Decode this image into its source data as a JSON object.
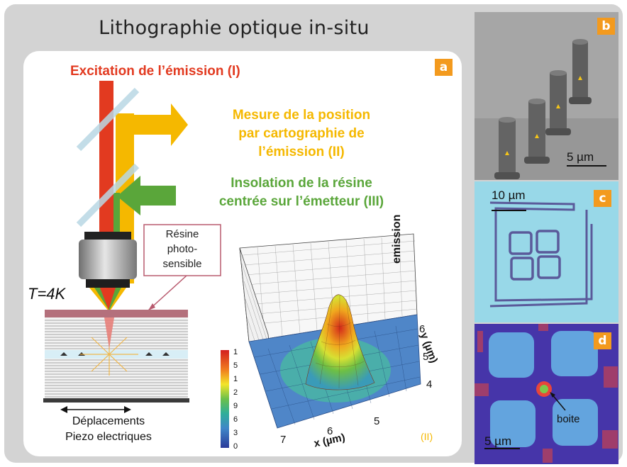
{
  "title": "Lithographie optique in-situ",
  "panel_a": {
    "badge": "a",
    "excitation": "Excitation de l’émission (I)",
    "mesure": [
      "Mesure de la position",
      "par cartographie de",
      "l’émission (II)"
    ],
    "insolation": [
      "Insolation de la résine",
      "centrée sur l’émetteur (III)"
    ],
    "resine": [
      "Résine",
      "photo-",
      "sensible"
    ],
    "temperature": "T=4K",
    "deplacements": [
      "Déplacements",
      "Piezo electriques"
    ],
    "colorbar_ticks": [
      "1",
      "5",
      "1",
      "2",
      "9",
      "6",
      "3",
      "0"
    ],
    "z_label": "emission",
    "y_label": "y (µm)",
    "x_label": "x (µm)",
    "y_ticks": [
      "6",
      "5",
      "4"
    ],
    "x_ticks": [
      "7",
      "6",
      "5"
    ],
    "tag": "(II)",
    "colors": {
      "excitation": "#e23a20",
      "mesure": "#f5b800",
      "insolation": "#5aa63a",
      "badge": "#f39a1e"
    }
  },
  "panel_b": {
    "badge": "b",
    "scale": "5 µm"
  },
  "panel_c": {
    "badge": "c",
    "scale": "10 µm"
  },
  "panel_d": {
    "badge": "d",
    "scale": "5 µm",
    "annotation": "boite"
  }
}
